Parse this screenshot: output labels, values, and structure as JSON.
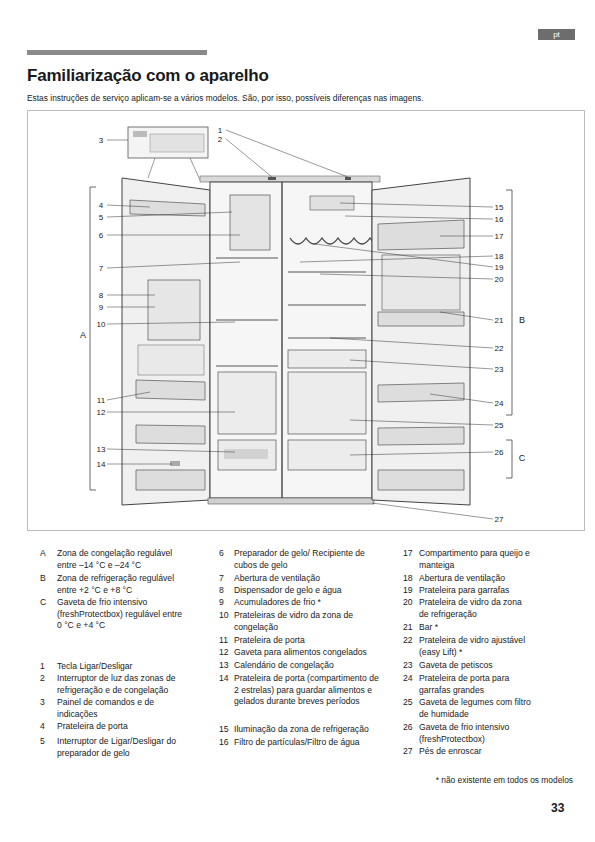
{
  "diagram": {
    "title": "Familiarização com o aparelho",
    "caption": "Estas instruções de serviço aplicam-se a vários modelos. São, por isso, possíveis diferenças nas imagens.",
    "nodes": [
      {
        "text": [
          "pt"
        ]
      }
    ],
    "labels": [
      "1",
      "2",
      "3",
      "4",
      "5",
      "6",
      "7",
      "8",
      "9",
      "10",
      "A",
      "11",
      "12",
      "13",
      "14",
      "15",
      "16",
      "17",
      "18",
      "19",
      "20",
      "21",
      "B",
      "22",
      "23",
      "24",
      "25",
      "26",
      "C",
      "27",
      "A",
      "Zona de congelação regulável entre –14 °C e –24 °C",
      "B",
      "Zona de refrigeração regulável entre +2 °C e +8 °C",
      "C",
      "Gaveta de frio intensivo (freshProtectbox) regulável entre 0 °C e +4 °C",
      "1",
      "Tecla Ligar/Desligar",
      "2",
      "Interruptor de luz das zonas de refrigeração e de congelação",
      "3",
      "Painel de comandos e de indicações",
      "4",
      "Prateleira de porta",
      "5",
      "Interruptor de Ligar/Desligar do preparador de gelo",
      "6",
      "Preparador de gelo/ Recipiente de cubos de gelo",
      "7",
      "Abertura de ventilação",
      "8",
      "Dispensador de gelo e água",
      "9",
      "Acumuladores de frio *",
      "10",
      "Prateleiras de vidro da zona de congelação",
      "11",
      "Prateleira de porta",
      "12",
      "Gaveta para alimentos congelados",
      "13",
      "Calendário de congelação",
      "14",
      "Prateleira de porta (compartimento de 2 estrelas) para guardar alimentos e gelados durante breves períodos",
      "15",
      "Iluminação da zona de refrigeração",
      "16",
      "Filtro de partículas/Filtro de água",
      "17",
      "Compartimento para queijo e manteiga",
      "18",
      "Abertura de ventilação",
      "19",
      "Prateleira para garrafas",
      "20",
      "Prateleira de vidro da zona de refrigeração",
      "21",
      "Bar *",
      "22",
      "Prateleira de vidro ajustável (easy Lift) *",
      "23",
      "Gaveta de petiscos",
      "24",
      "Prateleira de porta para garrafas grandes",
      "25",
      "Gaveta de legumes com filtro de humidade",
      "26",
      "Gaveta de frio intensivo (freshProtectbox)",
      "27",
      "Pés de enroscar",
      "* não existente em todos os modelos",
      "33"
    ]
  }
}
